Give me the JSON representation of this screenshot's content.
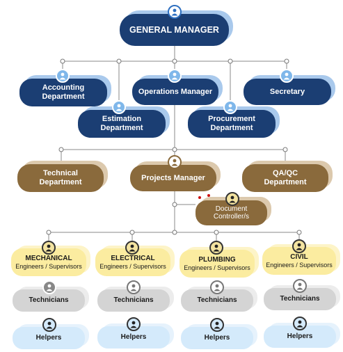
{
  "general_manager": {
    "label": "GENERAL MANAGER"
  },
  "level2": {
    "accounting": {
      "line1": "Accounting",
      "line2": "Department"
    },
    "operations": {
      "label": "Operations Manager"
    },
    "secretary": {
      "label": "Secretary"
    },
    "estimation": {
      "line1": "Estimation",
      "line2": "Department"
    },
    "procurement": {
      "line1": "Procurement",
      "line2": "Department"
    }
  },
  "level3": {
    "technical": {
      "line1": "Technical",
      "line2": "Department"
    },
    "projects": {
      "label": "Projects Manager"
    },
    "qaqc": {
      "line1": "QA/QC",
      "line2": "Department"
    },
    "doc_controller": {
      "line1": "Document",
      "line2": "Controller/s"
    }
  },
  "disciplines": [
    {
      "title": "MECHANICAL",
      "subtitle": "Engineers / Supervisors",
      "technicians": "Technicians",
      "helpers": "Helpers"
    },
    {
      "title": "ELECTRICAL",
      "subtitle": "Engineers / Supervisors",
      "technicians": "Technicians",
      "helpers": "Helpers"
    },
    {
      "title": "PLUMBING",
      "subtitle": "Engineers / Supervisors",
      "technicians": "Technicians",
      "helpers": "Helpers"
    },
    {
      "title": "CIVIL",
      "subtitle": "Engineers / Supervisors",
      "technicians": "Technicians",
      "helpers": "Helpers"
    }
  ],
  "icons": {
    "node": "person-icon"
  },
  "colors": {
    "navy": "#1b3e73",
    "brown": "#8a6a3c",
    "yellow": "#fbeca0",
    "grey": "#d4d4d4",
    "light_blue": "#d4eafb"
  }
}
